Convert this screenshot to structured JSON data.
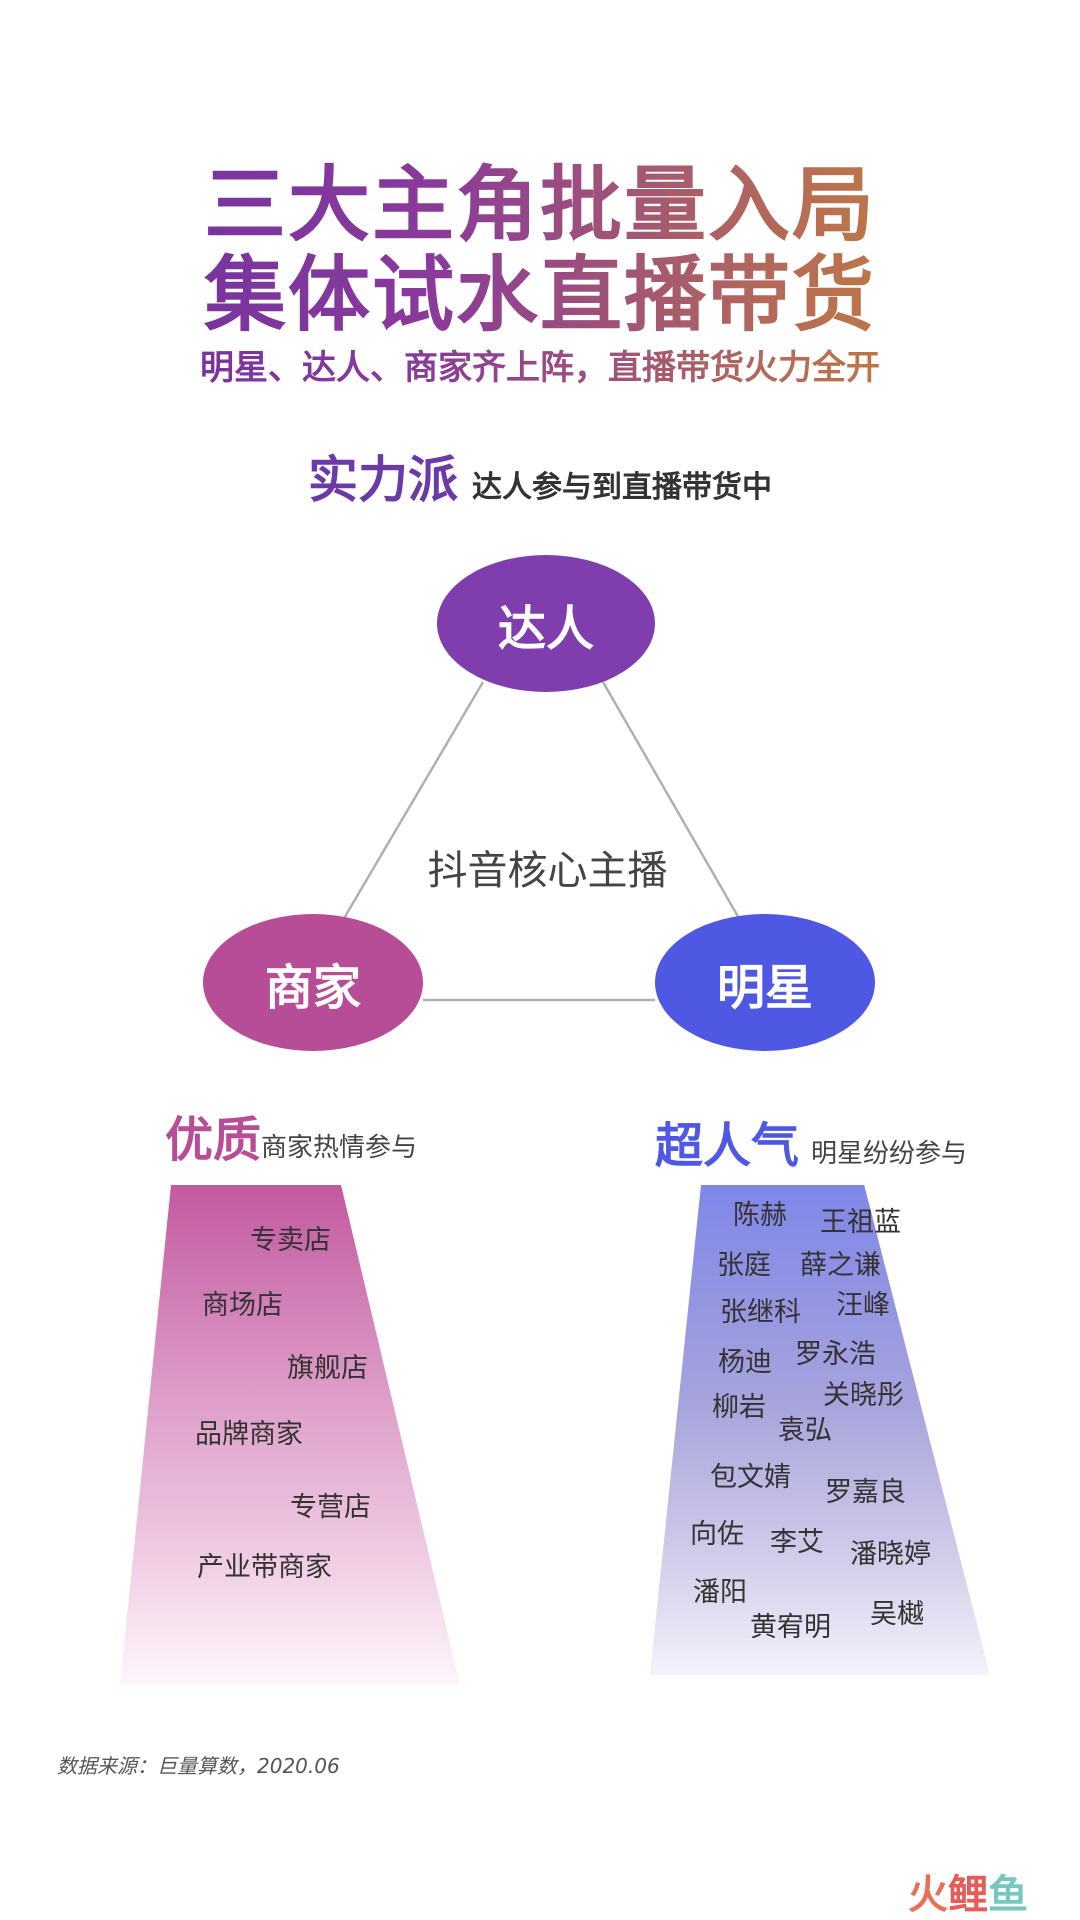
{
  "title": {
    "line1": "三大主角批量入局",
    "line2": "集体试水直播带货"
  },
  "subtitle": "明星、达人、商家齐上阵，直播带货火力全开",
  "heading": {
    "strong": "实力派",
    "rest": "达人参与到直播带货中"
  },
  "diagram": {
    "center_label": "抖音核心主播",
    "nodes": {
      "daren": "达人",
      "shangjia": "商家",
      "mingxing": "明星"
    },
    "colors": {
      "daren": "#7f3dae",
      "shangjia": "#b64d96",
      "mingxing": "#4e58e3",
      "edge": "#b0b0b0"
    }
  },
  "merchants": {
    "heading_strong": "优质",
    "heading_rest": "商家热情参与",
    "items": [
      "专卖店",
      "商场店",
      "旗舰店",
      "品牌商家",
      "专营店",
      "产业带商家"
    ]
  },
  "stars": {
    "heading_strong": "超人气",
    "heading_rest": "明星纷纷参与",
    "items": [
      "陈赫",
      "王祖蓝",
      "张庭",
      "薛之谦",
      "张继科",
      "汪峰",
      "杨迪",
      "罗永浩",
      "柳岩",
      "关晓彤",
      "袁弘",
      "包文婧",
      "罗嘉良",
      "向佐",
      "李艾",
      "潘晓婷",
      "潘阳",
      "黄宥明",
      "吴樾"
    ]
  },
  "source": "数据来源：巨量算数，2020.06",
  "watermark": {
    "part1": "火",
    "part2": "鲤",
    "part3": "鱼"
  }
}
